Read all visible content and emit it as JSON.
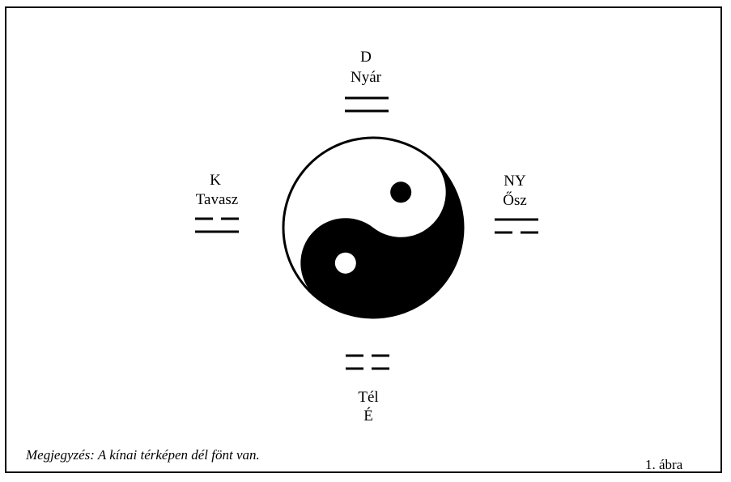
{
  "directions": {
    "south": {
      "code": "D",
      "season": "Nyár",
      "trigram": [
        "solid",
        "solid"
      ]
    },
    "east": {
      "code": "K",
      "season": "Tavasz",
      "trigram": [
        "broken",
        "solid"
      ]
    },
    "west": {
      "code": "NY",
      "season": "Ősz",
      "trigram": [
        "solid",
        "broken"
      ]
    },
    "north": {
      "code": "É",
      "season": "Tél",
      "trigram": [
        "broken",
        "broken"
      ]
    }
  },
  "note": "Megjegyzés: A kínai térképen dél fönt van.",
  "figure_label": "1. ábra",
  "colors": {
    "ink": "#000000",
    "paper": "#ffffff"
  },
  "symbol": "yin-yang"
}
